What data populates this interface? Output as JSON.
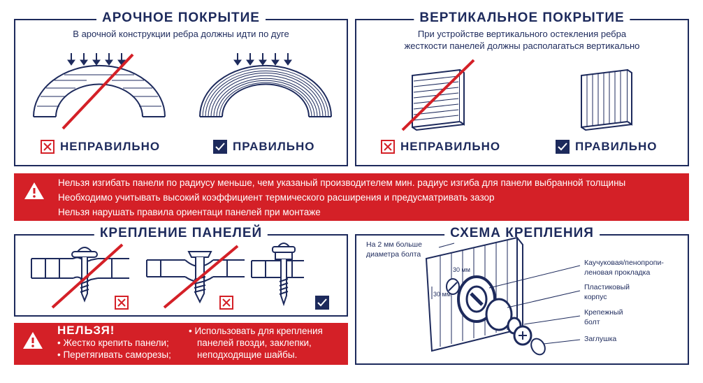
{
  "colors": {
    "navy": "#1d2a5c",
    "red": "#d42027",
    "white": "#ffffff"
  },
  "arch": {
    "title": "АРОЧНОЕ ПОКРЫТИЕ",
    "subtitle": "В арочной конструкции ребра должны идти по дуге",
    "wrong_label": "НЕПРАВИЛЬНО",
    "right_label": "ПРАВИЛЬНО"
  },
  "vertical": {
    "title": "ВЕРТИКАЛЬНОЕ ПОКРЫТИЕ",
    "subtitle_line1": "При устройстве вертикального остекления ребра",
    "subtitle_line2": "жесткости панелей должны располагаться вертикально",
    "wrong_label": "НЕПРАВИЛЬНО",
    "right_label": "ПРАВИЛЬНО"
  },
  "warning": {
    "icon": "warning-triangle-icon",
    "lines": [
      "Нельзя изгибать панели по радиусу меньше, чем указаный производителем мин. радиус изгиба для панели выбранной толщины",
      "Необходимо учитывать высокий коэффициент термического расширения и предусматривать зазор",
      "Нельзя нарушать правила ориентаци панелей при монтаже"
    ]
  },
  "fastening": {
    "title": "КРЕПЛЕНИЕ ПАНЕЛЕЙ",
    "forbidden_title": "НЕЛЬЗЯ!",
    "forbidden_items": [
      "• Жестко крепить панели;",
      "• Перетягивать саморезы;"
    ],
    "forbidden_note_lines": [
      "• Использовать для крепления",
      "панелей гвозди, заклепки,",
      "неподходящие шайбы."
    ]
  },
  "scheme": {
    "title": "СХЕМА КРЕПЛЕНИЯ",
    "note_lines": [
      "На 2 мм больше",
      "диаметра болта"
    ],
    "dim_top": "30 мм",
    "dim_left": "30 мм",
    "labels": {
      "gasket_1": "Каучуковая/пенопропи-",
      "gasket_2": "леновая прокладка",
      "body_1": "Пластиковый",
      "body_2": "корпус",
      "bolt_1": "Крепежный",
      "bolt_2": "болт",
      "cap": "Заглушка"
    }
  }
}
